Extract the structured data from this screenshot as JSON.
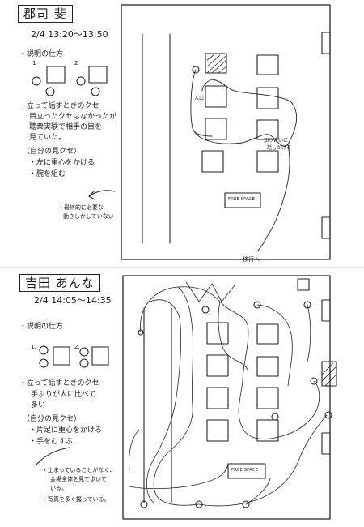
{
  "session_top": {
    "name": "郡司 斐",
    "date_time": "2/4 13:20～13:50",
    "explain_header": "・説明の仕方",
    "explain_labels": [
      "1",
      "2"
    ],
    "habits_header": "・立って話すときのクセ",
    "habits": [
      "目立ったクセはなかったが",
      "聴衆実験で相手の目を",
      "見ていた。"
    ],
    "self_header": "（自分の見クセ）",
    "self_items": [
      "・左に重心をかける",
      "・腕を組む"
    ],
    "note_lines": [
      "・最終的に必要な",
      "動きしかしていない"
    ],
    "plan_labels": {
      "free_space": "FREE SPACE",
      "friend_note_1": "知り合いに",
      "friend_note_2": "話しかける",
      "exit": "移行へ",
      "entrance": "入口"
    }
  },
  "session_bottom": {
    "name": "吉田 あんな",
    "date_time": "2/4 14:05～14:35",
    "explain_header": "・説明の仕方",
    "explain_labels": [
      "1.",
      "2."
    ],
    "habits_header": "・立って話すときのクセ",
    "habits": [
      "手ぶりが人に比べて",
      "多い"
    ],
    "self_header": "（自分の見クセ）",
    "self_items": [
      "・片足に重心をかける",
      "・手をむすぶ"
    ],
    "notes": [
      "・止まっていることがなく、",
      "会場全体を見て歩いて",
      "いる。",
      "・写真を多く撮っている。"
    ],
    "plan_labels": {
      "free_space": "FREE SPACE"
    }
  }
}
